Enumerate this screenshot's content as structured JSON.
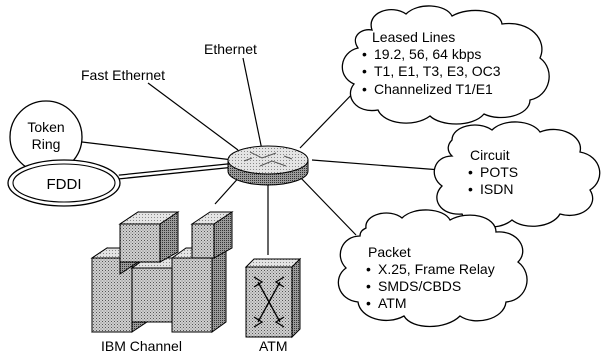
{
  "labels": {
    "ethernet": "Ethernet",
    "fast_ethernet": "Fast Ethernet",
    "token_ring_line1": "Token",
    "token_ring_line2": "Ring",
    "fddi": "FDDI",
    "ibm_channel": "IBM Channel",
    "atm": "ATM"
  },
  "clouds": {
    "leased_lines": {
      "title": "Leased Lines",
      "items": [
        "19.2, 56, 64 kbps",
        "T1, E1, T3, E3, OC3",
        "Channelized T1/E1"
      ]
    },
    "circuit": {
      "title": "Circuit",
      "items": [
        "POTS",
        "ISDN"
      ]
    },
    "packet": {
      "title": "Packet",
      "items": [
        "X.25, Frame Relay",
        "SMDS/CBDS",
        "ATM"
      ]
    }
  },
  "bullet": "•"
}
